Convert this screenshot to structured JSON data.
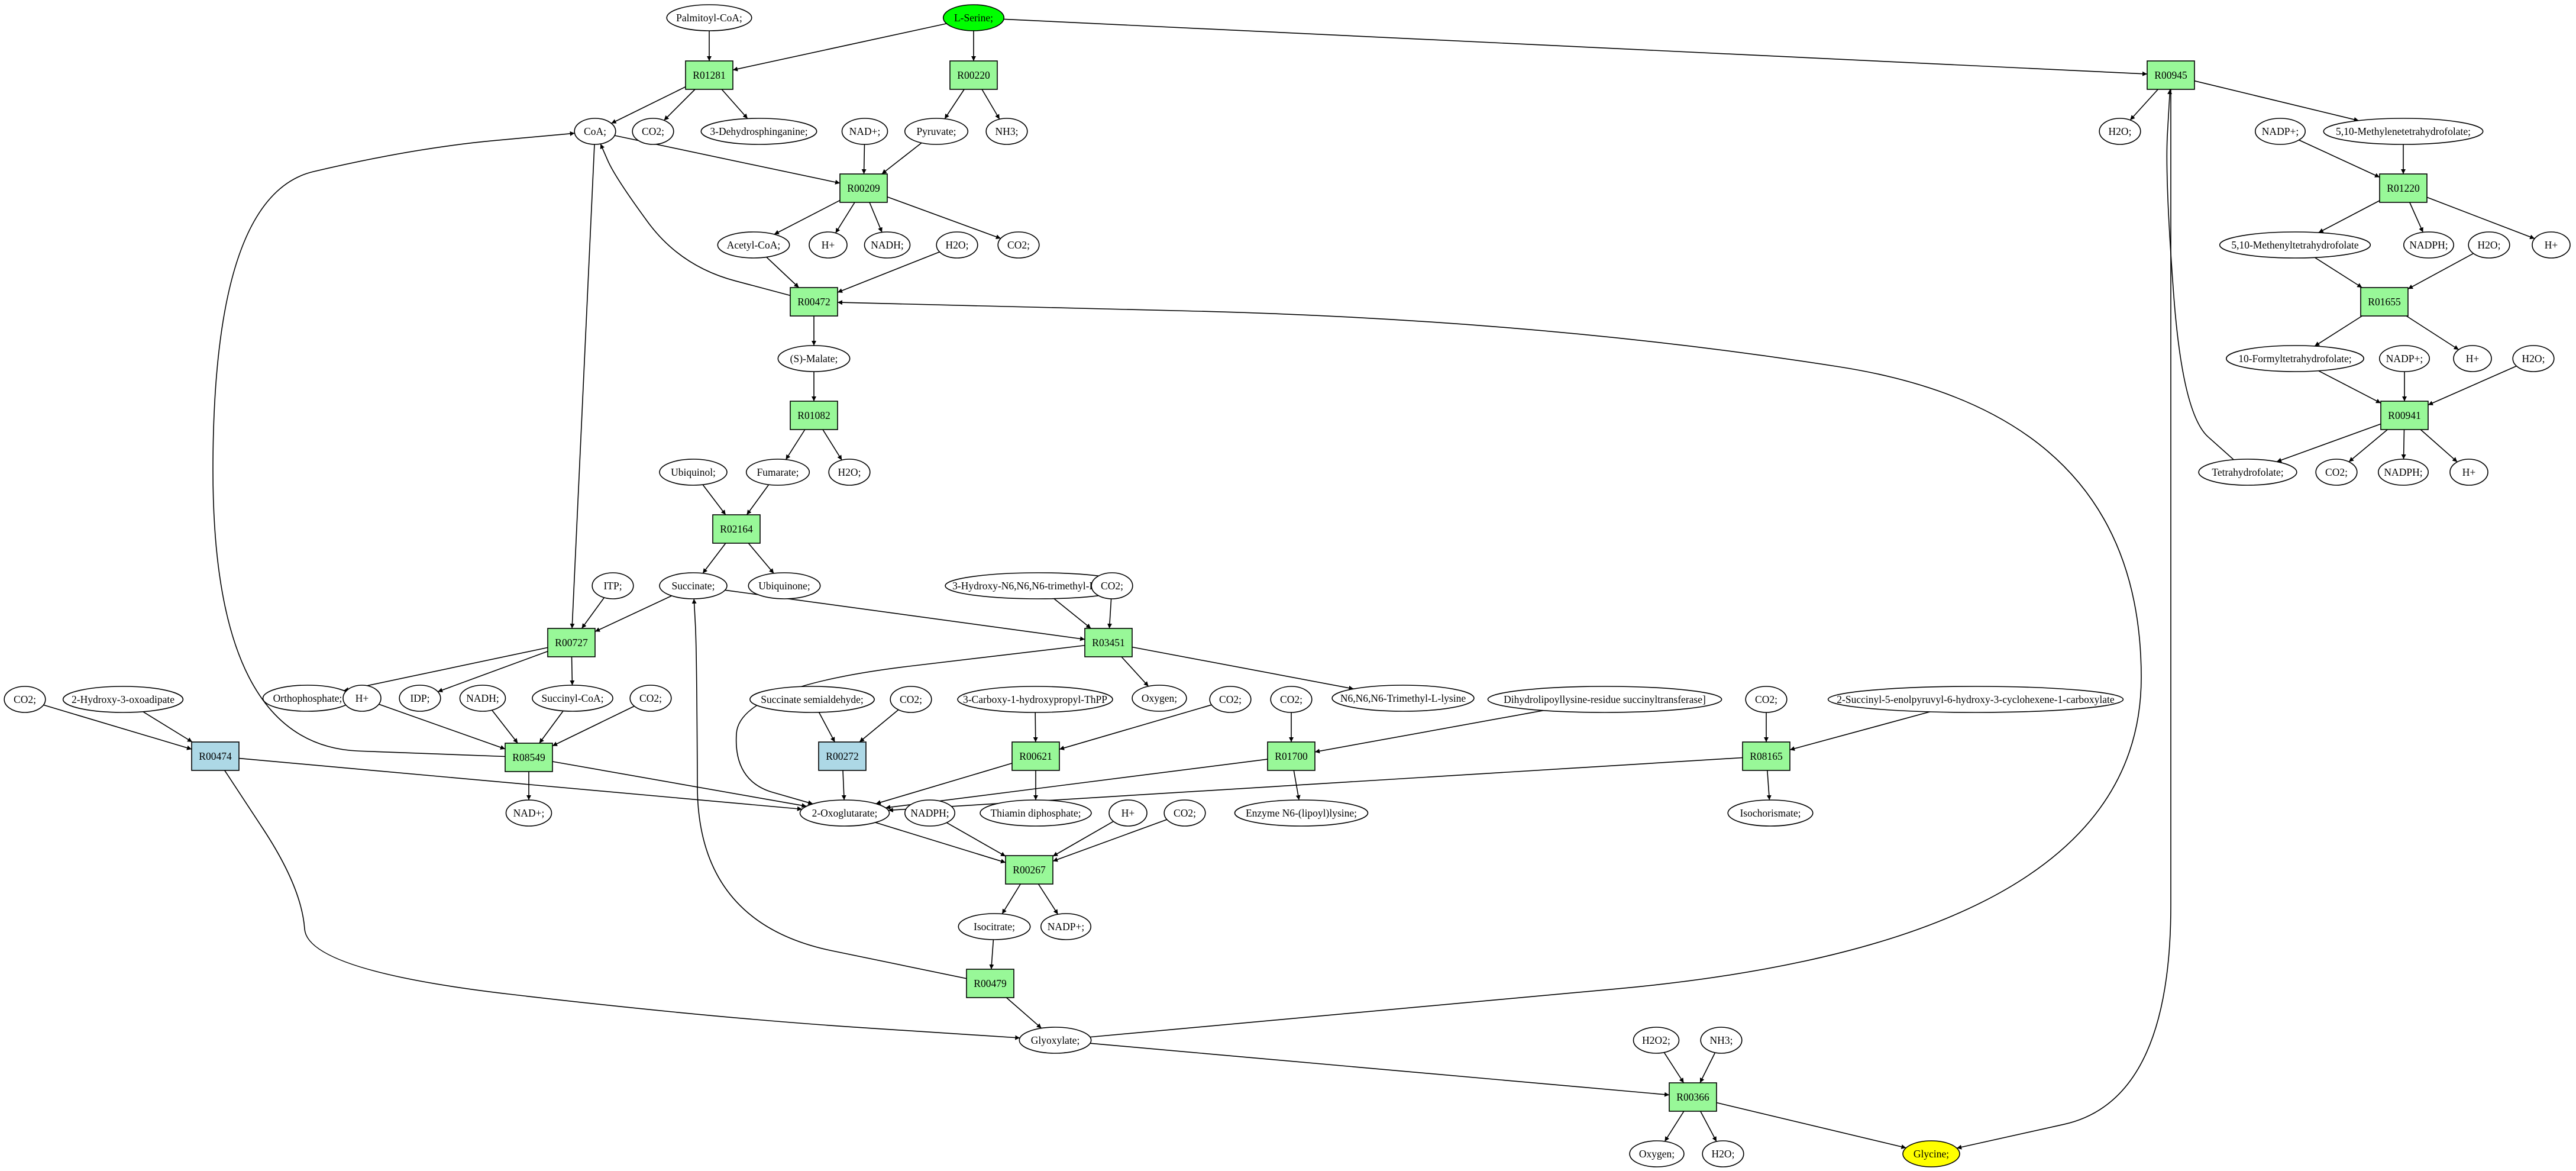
{
  "colors": {
    "reaction_fill": "#98f898",
    "special_reaction_fill": "#add8e6",
    "compound_fill": "#ffffff",
    "source_fill": "#00ff00",
    "target_fill": "#ffff00",
    "edge": "#000000"
  },
  "nodes": {
    "serine": {
      "label": "L-Serine;",
      "kind": "source"
    },
    "palmitoyl": {
      "label": "Palmitoyl-CoA;",
      "kind": "compound"
    },
    "r01281": {
      "label": "R01281",
      "kind": "reaction"
    },
    "r00220": {
      "label": "R00220",
      "kind": "reaction"
    },
    "r00945": {
      "label": "R00945",
      "kind": "reaction"
    },
    "coa": {
      "label": "CoA;",
      "kind": "compound"
    },
    "co2_a": {
      "label": "CO2;",
      "kind": "compound"
    },
    "dehydrosph": {
      "label": "3-Dehydrosphinganine;",
      "kind": "compound"
    },
    "nadp_a": {
      "label": "NAD+;",
      "kind": "compound"
    },
    "pyruvate": {
      "label": "Pyruvate;",
      "kind": "compound"
    },
    "nh3_a": {
      "label": "NH3;",
      "kind": "compound"
    },
    "h2o_a": {
      "label": "H2O;",
      "kind": "compound"
    },
    "nadpplus_a": {
      "label": "NADP+;",
      "kind": "compound"
    },
    "methylene_thf": {
      "label": "5,10-Methylenetetrahydrofolate;",
      "kind": "compound"
    },
    "r00209": {
      "label": "R00209",
      "kind": "reaction"
    },
    "r01220": {
      "label": "R01220",
      "kind": "reaction"
    },
    "acetylcoa": {
      "label": "Acetyl-CoA;",
      "kind": "compound"
    },
    "hplus_a": {
      "label": "H+",
      "kind": "compound"
    },
    "nadh_a": {
      "label": "NADH;",
      "kind": "compound"
    },
    "h2o_b": {
      "label": "H2O;",
      "kind": "compound"
    },
    "co2_b": {
      "label": "CO2;",
      "kind": "compound"
    },
    "methenyl_thf": {
      "label": "5,10-Methenyltetrahydrofolate",
      "kind": "compound"
    },
    "nadph_a": {
      "label": "NADPH;",
      "kind": "compound"
    },
    "h2o_c": {
      "label": "H2O;",
      "kind": "compound"
    },
    "hplus_b": {
      "label": "H+",
      "kind": "compound"
    },
    "r00472": {
      "label": "R00472",
      "kind": "reaction"
    },
    "r01655": {
      "label": "R01655",
      "kind": "reaction"
    },
    "smalate": {
      "label": "(S)-Malate;",
      "kind": "compound"
    },
    "formyl_thf": {
      "label": "10-Formyltetrahydrofolate;",
      "kind": "compound"
    },
    "nadpplus_b": {
      "label": "NADP+;",
      "kind": "compound"
    },
    "hplus_c": {
      "label": "H+",
      "kind": "compound"
    },
    "h2o_d": {
      "label": "H2O;",
      "kind": "compound"
    },
    "r01082": {
      "label": "R01082",
      "kind": "reaction"
    },
    "r00941": {
      "label": "R00941",
      "kind": "reaction"
    },
    "ubiquinol": {
      "label": "Ubiquinol;",
      "kind": "compound"
    },
    "fumarate": {
      "label": "Fumarate;",
      "kind": "compound"
    },
    "h2o_e": {
      "label": "H2O;",
      "kind": "compound"
    },
    "thf": {
      "label": "Tetrahydrofolate;",
      "kind": "compound"
    },
    "co2_c": {
      "label": "CO2;",
      "kind": "compound"
    },
    "nadph_b": {
      "label": "NADPH;",
      "kind": "compound"
    },
    "hplus_d": {
      "label": "H+",
      "kind": "compound"
    },
    "r02164": {
      "label": "R02164",
      "kind": "reaction"
    },
    "itp": {
      "label": "ITP;",
      "kind": "compound"
    },
    "succinate": {
      "label": "Succinate;",
      "kind": "compound"
    },
    "ubiquinone": {
      "label": "Ubiquinone;",
      "kind": "compound"
    },
    "hydroxy_tml": {
      "label": "3-Hydroxy-N6,N6,N6-trimethyl-L-lysine",
      "kind": "compound"
    },
    "co2_d": {
      "label": "CO2;",
      "kind": "compound"
    },
    "r00727": {
      "label": "R00727",
      "kind": "reaction"
    },
    "r03451": {
      "label": "R03451",
      "kind": "reaction"
    },
    "orthophosphate": {
      "label": "Orthophosphate;",
      "kind": "compound"
    },
    "hplus_e": {
      "label": "H+",
      "kind": "compound"
    },
    "idp": {
      "label": "IDP;",
      "kind": "compound"
    },
    "nadh_b": {
      "label": "NADH;",
      "kind": "compound"
    },
    "succinylcoa": {
      "label": "Succinyl-CoA;",
      "kind": "compound"
    },
    "co2_e": {
      "label": "CO2;",
      "kind": "compound"
    },
    "oxygen_a": {
      "label": "Oxygen;",
      "kind": "compound"
    },
    "tml": {
      "label": "N6,N6,N6-Trimethyl-L-lysine",
      "kind": "compound"
    },
    "co2_f": {
      "label": "CO2;",
      "kind": "compound"
    },
    "hydroxyoxoadipate": {
      "label": "2-Hydroxy-3-oxoadipate",
      "kind": "compound"
    },
    "succ_semialdehyde": {
      "label": "Succinate semialdehyde;",
      "kind": "compound"
    },
    "co2_g": {
      "label": "CO2;",
      "kind": "compound"
    },
    "carboxy_thpp": {
      "label": "3-Carboxy-1-hydroxypropyl-ThPP",
      "kind": "compound"
    },
    "co2_h": {
      "label": "CO2;",
      "kind": "compound"
    },
    "co2_i": {
      "label": "CO2;",
      "kind": "compound"
    },
    "dihydrolipoyl": {
      "label": "Dihydrolipoyllysine-residue succinyltransferase]",
      "kind": "compound"
    },
    "co2_j": {
      "label": "CO2;",
      "kind": "compound"
    },
    "succinyl_enol": {
      "label": "2-Succinyl-5-enolpyruvyl-6-hydroxy-3-cyclohexene-1-carboxylate",
      "kind": "compound"
    },
    "r00474": {
      "label": "R00474",
      "kind": "special"
    },
    "r08549": {
      "label": "R08549",
      "kind": "reaction"
    },
    "r00272": {
      "label": "R00272",
      "kind": "special"
    },
    "r00621": {
      "label": "R00621",
      "kind": "reaction"
    },
    "r01700": {
      "label": "R01700",
      "kind": "reaction"
    },
    "r08165": {
      "label": "R08165",
      "kind": "reaction"
    },
    "nadplus_b": {
      "label": "NAD+;",
      "kind": "compound"
    },
    "oxoglutarate": {
      "label": "2-Oxoglutarate;",
      "kind": "compound"
    },
    "thiamin": {
      "label": "Thiamin diphosphate;",
      "kind": "compound"
    },
    "lipoyllysine": {
      "label": "Enzyme N6-(lipoyl)lysine;",
      "kind": "compound"
    },
    "isochorismate": {
      "label": "Isochorismate;",
      "kind": "compound"
    },
    "nadph_c": {
      "label": "NADPH;",
      "kind": "compound"
    },
    "hplus_f": {
      "label": "H+",
      "kind": "compound"
    },
    "co2_k": {
      "label": "CO2;",
      "kind": "compound"
    },
    "r00267": {
      "label": "R00267",
      "kind": "reaction"
    },
    "isocitrate": {
      "label": "Isocitrate;",
      "kind": "compound"
    },
    "nadpplus_c": {
      "label": "NADP+;",
      "kind": "compound"
    },
    "r00479": {
      "label": "R00479",
      "kind": "reaction"
    },
    "glyoxylate": {
      "label": "Glyoxylate;",
      "kind": "compound"
    },
    "h2o2": {
      "label": "H2O2;",
      "kind": "compound"
    },
    "nh3_b": {
      "label": "NH3;",
      "kind": "compound"
    },
    "r00366": {
      "label": "R00366",
      "kind": "reaction"
    },
    "oxygen_b": {
      "label": "Oxygen;",
      "kind": "compound"
    },
    "h2o_f": {
      "label": "H2O;",
      "kind": "compound"
    },
    "glycine": {
      "label": "Glycine;",
      "kind": "target"
    }
  },
  "edges": [
    [
      "serine",
      "r01281"
    ],
    [
      "serine",
      "r00220"
    ],
    [
      "serine",
      "r00945"
    ],
    [
      "palmitoyl",
      "r01281"
    ],
    [
      "r01281",
      "coa"
    ],
    [
      "r01281",
      "co2_a"
    ],
    [
      "r01281",
      "dehydrosph"
    ],
    [
      "r00220",
      "pyruvate"
    ],
    [
      "r00220",
      "nh3_a"
    ],
    [
      "r00945",
      "h2o_a"
    ],
    [
      "r00945",
      "methylene_thf"
    ],
    [
      "r00945",
      "glycine"
    ],
    [
      "coa",
      "r00209"
    ],
    [
      "coa",
      "r00727"
    ],
    [
      "nadp_a",
      "r00209"
    ],
    [
      "pyruvate",
      "r00209"
    ],
    [
      "r00209",
      "acetylcoa"
    ],
    [
      "r00209",
      "hplus_a"
    ],
    [
      "r00209",
      "nadh_a"
    ],
    [
      "r00209",
      "co2_b"
    ],
    [
      "acetylcoa",
      "r00472"
    ],
    [
      "h2o_b",
      "r00472"
    ],
    [
      "r00472",
      "coa"
    ],
    [
      "r00472",
      "smalate"
    ],
    [
      "nadpplus_a",
      "r01220"
    ],
    [
      "methylene_thf",
      "r01220"
    ],
    [
      "r01220",
      "methenyl_thf"
    ],
    [
      "r01220",
      "nadph_a"
    ],
    [
      "r01220",
      "hplus_b"
    ],
    [
      "methenyl_thf",
      "r01655"
    ],
    [
      "h2o_c",
      "r01655"
    ],
    [
      "r01655",
      "formyl_thf"
    ],
    [
      "r01655",
      "hplus_c"
    ],
    [
      "formyl_thf",
      "r00941"
    ],
    [
      "nadpplus_b",
      "r00941"
    ],
    [
      "h2o_d",
      "r00941"
    ],
    [
      "r00941",
      "thf"
    ],
    [
      "r00941",
      "co2_c"
    ],
    [
      "r00941",
      "nadph_b"
    ],
    [
      "r00941",
      "hplus_d"
    ],
    [
      "thf",
      "r00945"
    ],
    [
      "smalate",
      "r01082"
    ],
    [
      "r01082",
      "fumarate"
    ],
    [
      "r01082",
      "h2o_e"
    ],
    [
      "ubiquinol",
      "r02164"
    ],
    [
      "fumarate",
      "r02164"
    ],
    [
      "r02164",
      "succinate"
    ],
    [
      "r02164",
      "ubiquinone"
    ],
    [
      "itp",
      "r00727"
    ],
    [
      "succinate",
      "r00727"
    ],
    [
      "succinate",
      "r03451"
    ],
    [
      "hydroxy_tml",
      "r03451"
    ],
    [
      "co2_d",
      "r03451"
    ],
    [
      "r00727",
      "orthophosphate"
    ],
    [
      "r00727",
      "idp"
    ],
    [
      "r00727",
      "succinylcoa"
    ],
    [
      "r03451",
      "oxygen_a"
    ],
    [
      "r03451",
      "tml"
    ],
    [
      "r03451",
      "oxoglutarate"
    ],
    [
      "hplus_e",
      "r08549"
    ],
    [
      "nadh_b",
      "r08549"
    ],
    [
      "succinylcoa",
      "r08549"
    ],
    [
      "co2_e",
      "r08549"
    ],
    [
      "r08549",
      "coa"
    ],
    [
      "r08549",
      "nadplus_b"
    ],
    [
      "r08549",
      "oxoglutarate"
    ],
    [
      "co2_f",
      "r00474"
    ],
    [
      "hydroxyoxoadipate",
      "r00474"
    ],
    [
      "r00474",
      "oxoglutarate"
    ],
    [
      "r00474",
      "glyoxylate"
    ],
    [
      "succ_semialdehyde",
      "r00272"
    ],
    [
      "co2_g",
      "r00272"
    ],
    [
      "r00272",
      "oxoglutarate"
    ],
    [
      "carboxy_thpp",
      "r00621"
    ],
    [
      "co2_h",
      "r00621"
    ],
    [
      "r00621",
      "oxoglutarate"
    ],
    [
      "r00621",
      "thiamin"
    ],
    [
      "co2_i",
      "r01700"
    ],
    [
      "dihydrolipoyl",
      "r01700"
    ],
    [
      "r01700",
      "oxoglutarate"
    ],
    [
      "r01700",
      "lipoyllysine"
    ],
    [
      "co2_j",
      "r08165"
    ],
    [
      "succinyl_enol",
      "r08165"
    ],
    [
      "r08165",
      "oxoglutarate"
    ],
    [
      "r08165",
      "isochorismate"
    ],
    [
      "oxoglutarate",
      "r00267"
    ],
    [
      "nadph_c",
      "r00267"
    ],
    [
      "hplus_f",
      "r00267"
    ],
    [
      "co2_k",
      "r00267"
    ],
    [
      "r00267",
      "isocitrate"
    ],
    [
      "r00267",
      "nadpplus_c"
    ],
    [
      "isocitrate",
      "r00479"
    ],
    [
      "r00479",
      "succinate"
    ],
    [
      "r00479",
      "glyoxylate"
    ],
    [
      "glyoxylate",
      "r00472"
    ],
    [
      "glyoxylate",
      "r00366"
    ],
    [
      "h2o2",
      "r00366"
    ],
    [
      "nh3_b",
      "r00366"
    ],
    [
      "r00366",
      "oxygen_b"
    ],
    [
      "r00366",
      "h2o_f"
    ],
    [
      "r00366",
      "glycine"
    ]
  ]
}
